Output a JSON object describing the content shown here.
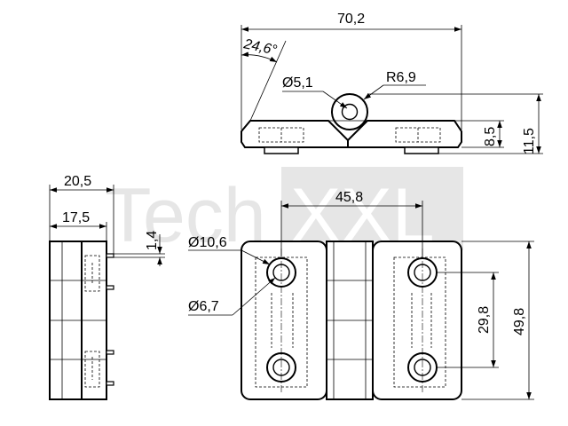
{
  "watermark": {
    "brand_light": "Tech",
    "brand_box": "XXL"
  },
  "dimensions": {
    "overall_width": "70,2",
    "angle": "24,6°",
    "bore_diameter": "Ø5,1",
    "knuckle_radius": "R6,9",
    "leaf_thickness": "8,5",
    "total_height": "11,5",
    "side_depth": "20,5",
    "side_body_depth": "17,5",
    "pin_offset": "1,4",
    "hole_spacing_h": "45,8",
    "counterbore_diameter": "Ø10,6",
    "hole_diameter": "Ø6,7",
    "hole_spacing_v": "29,8",
    "leaf_height": "49,8"
  }
}
